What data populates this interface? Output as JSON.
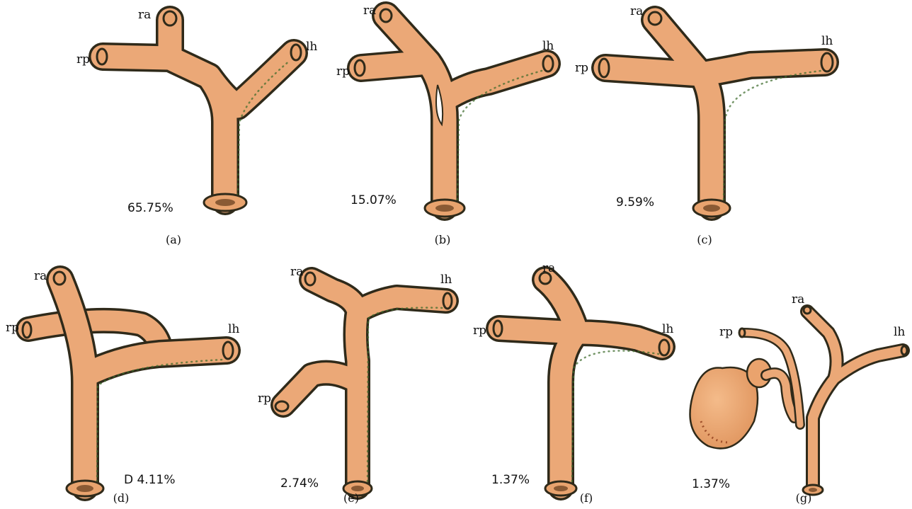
{
  "panels": [
    {
      "id": "a",
      "caption": "(a)",
      "percent": "65.75%",
      "labels": {
        "ra": "ra",
        "rp": "rp",
        "lh": "lh"
      }
    },
    {
      "id": "b",
      "caption": "(b)",
      "percent": "15.07%",
      "labels": {
        "ra": "ra",
        "rp": "rp",
        "lh": "lh"
      }
    },
    {
      "id": "c",
      "caption": "(c)",
      "percent": "9.59%",
      "labels": {
        "ra": "ra",
        "rp": "rp",
        "lh": "lh"
      }
    },
    {
      "id": "d",
      "caption": "(d)",
      "percent": "D 4.11%",
      "labels": {
        "ra": "ra",
        "rp": "rp",
        "lh": "lh"
      }
    },
    {
      "id": "e",
      "caption": "(e)",
      "percent": "2.74%",
      "labels": {
        "ra": "ra",
        "rp": "rp",
        "lh": "lh"
      }
    },
    {
      "id": "f",
      "caption": "(f)",
      "percent": "1.37%",
      "labels": {
        "ra": "ra",
        "rp": "rp",
        "lh": "lh"
      }
    },
    {
      "id": "g",
      "caption": "(g)",
      "percent": "1.37%",
      "labels": {
        "ra": "ra",
        "rp": "rp",
        "lh": "lh"
      }
    }
  ],
  "colors": {
    "duct_fill": "#eba877",
    "duct_outline": "#2f2a1a",
    "gallbladder": "#e9a06a"
  }
}
